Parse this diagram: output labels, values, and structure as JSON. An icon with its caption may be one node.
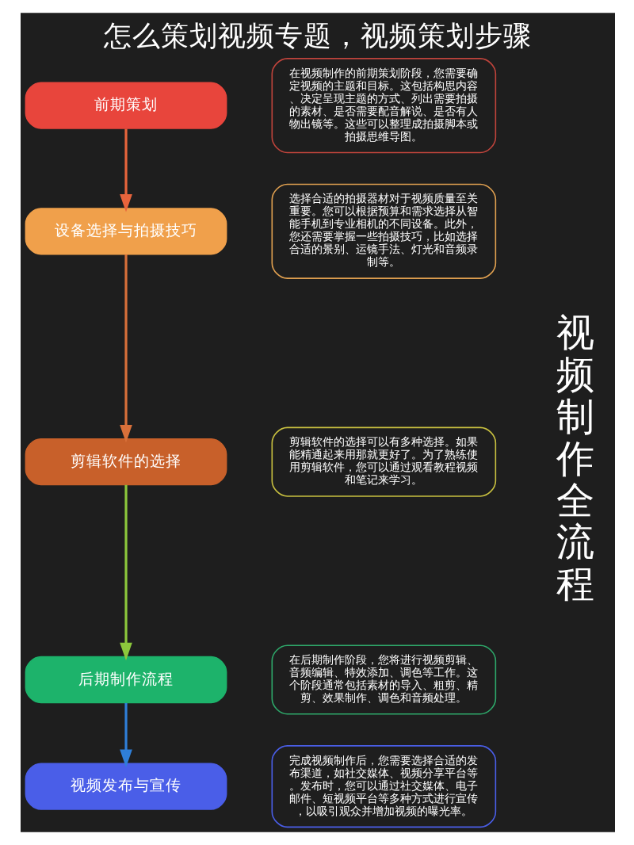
{
  "diagram": {
    "title": "怎么策划视频专题，视频策划步骤",
    "nodes": [
      {
        "text": [
          "前期策划"
        ]
      },
      {
        "text": [
          "在视频制作的前期策划阶段，您需要确定视频的主题和目标。这包括构思内容、决定呈现主题的方式、列出需要拍摄的素材、是否需要配音解说、是否有人物出镜等。这些可以整理成拍摄脚本或拍摄思维导图。"
        ]
      },
      {
        "text": [
          "设备选择与拍摄技巧"
        ]
      },
      {
        "text": [
          "选择合适的拍摄器材对于视频质量至关重要。您可以根据预算和需求选择从智能手机到专业相机的不同设备。此外，您还需要掌握一些拍摄技巧，比如选择合适的景别、运镜手法、灯光和音频录制等。"
        ]
      },
      {
        "text": [
          "剪辑软件的选择"
        ]
      },
      {
        "text": [
          "剪辑软件的选择可以有多种选择。如果能精通起来用那就更好了。为了熟练使用剪辑软件，您可以通过观看教程视频和笔记来学习。"
        ]
      },
      {
        "text": [
          "后期制作流程"
        ]
      },
      {
        "text": [
          "在后期制作阶段，您将进行视频剪辑、音频编辑、特效添加、调色等工作。这个阶段通常包括素材的导入、粗剪、精剪、效果制作、调色和音频处理。"
        ]
      },
      {
        "text": [
          "视频发布与宣传"
        ]
      },
      {
        "text": [
          "完成视频制作后，您需要选择合适的发布渠道，如社交媒体、视频分享平台等。发布时，您可以通过社交媒体、电子邮件、短视频平台等多种方式进行宣传，以吸引观众并增加视频的曝光率。"
        ]
      }
    ],
    "edges": [
      {
        "from": 0,
        "to": 2,
        "arrow": "to",
        "color": "#e8643c"
      },
      {
        "from": 2,
        "to": 4,
        "arrow": "to",
        "color": "#d8703a"
      },
      {
        "from": 4,
        "to": 6,
        "arrow": "to",
        "color": "#8cc83c"
      },
      {
        "from": 6,
        "to": 8,
        "arrow": "to",
        "color": "#2f7fd8"
      }
    ],
    "labels": [
      "视频制作全流程"
    ]
  }
}
